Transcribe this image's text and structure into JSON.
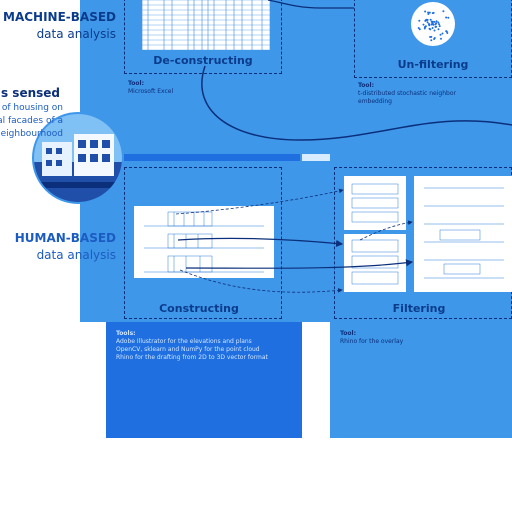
{
  "machine": {
    "title": "MACHINE-BASED",
    "subtitle": "data analysis",
    "steps": {
      "deconstructing": "De-constructing",
      "unfiltering": "Un-filtering"
    },
    "tools": {
      "deconstructing": {
        "header": "Tool:",
        "text": "Microsoft Excel"
      },
      "unfiltering": {
        "header": "Tool:",
        "lines": [
          "t-distributed stochastic neighbor",
          "embedding"
        ]
      }
    }
  },
  "sensed": {
    "title": "t is sensed",
    "lines": [
      "s of housing on",
      "ral facades of a",
      "neighbourhood"
    ]
  },
  "human": {
    "title": "HUMAN-BASED",
    "subtitle": "data analysis",
    "steps": {
      "constructing": "Constructing",
      "filtering": "Filtering"
    },
    "tools": {
      "constructing": {
        "header": "Tools:",
        "lines": [
          "Adobe Illustrator for the elevations and plans",
          "OpenCV, sklearn and NumPy for the point cloud",
          "Rhino for the drafting from 2D to 3D vector format"
        ]
      },
      "filtering": {
        "header": "Tool:",
        "text": "Rhino for the overlay"
      }
    }
  },
  "colors": {
    "panel": "#3f97ea",
    "dark_panel": "#1f6fe0",
    "ink": "#0b3c8c",
    "arrow": "#0b2f7a"
  }
}
